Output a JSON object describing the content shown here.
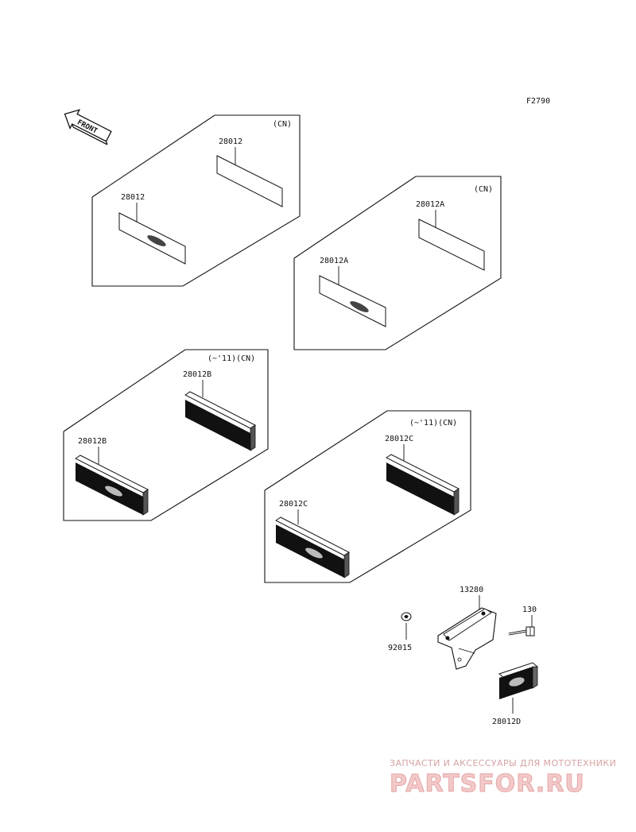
{
  "diagram": {
    "ref_code": "F2790",
    "front_label": "FRONT",
    "groups": [
      {
        "condition": "(CN)",
        "part_top": "28012",
        "part_bottom": "28012"
      },
      {
        "condition": "(CN)",
        "part_top": "28012A",
        "part_bottom": "28012A"
      },
      {
        "condition": "(~'11)(CN)",
        "part_top": "28012B",
        "part_bottom": "28012B"
      },
      {
        "condition": "(~'11)(CN)",
        "part_top": "28012C",
        "part_bottom": "28012C"
      }
    ],
    "assembly": {
      "bracket": "13280",
      "bolt": "130",
      "nut": "92015",
      "reflector": "28012D"
    }
  },
  "watermark": {
    "tagline": "ЗАПЧАСТИ И АКСЕССУАРЫ ДЛЯ МОТОТЕХНИКИ",
    "brand": "PARTSFOR.RU"
  }
}
